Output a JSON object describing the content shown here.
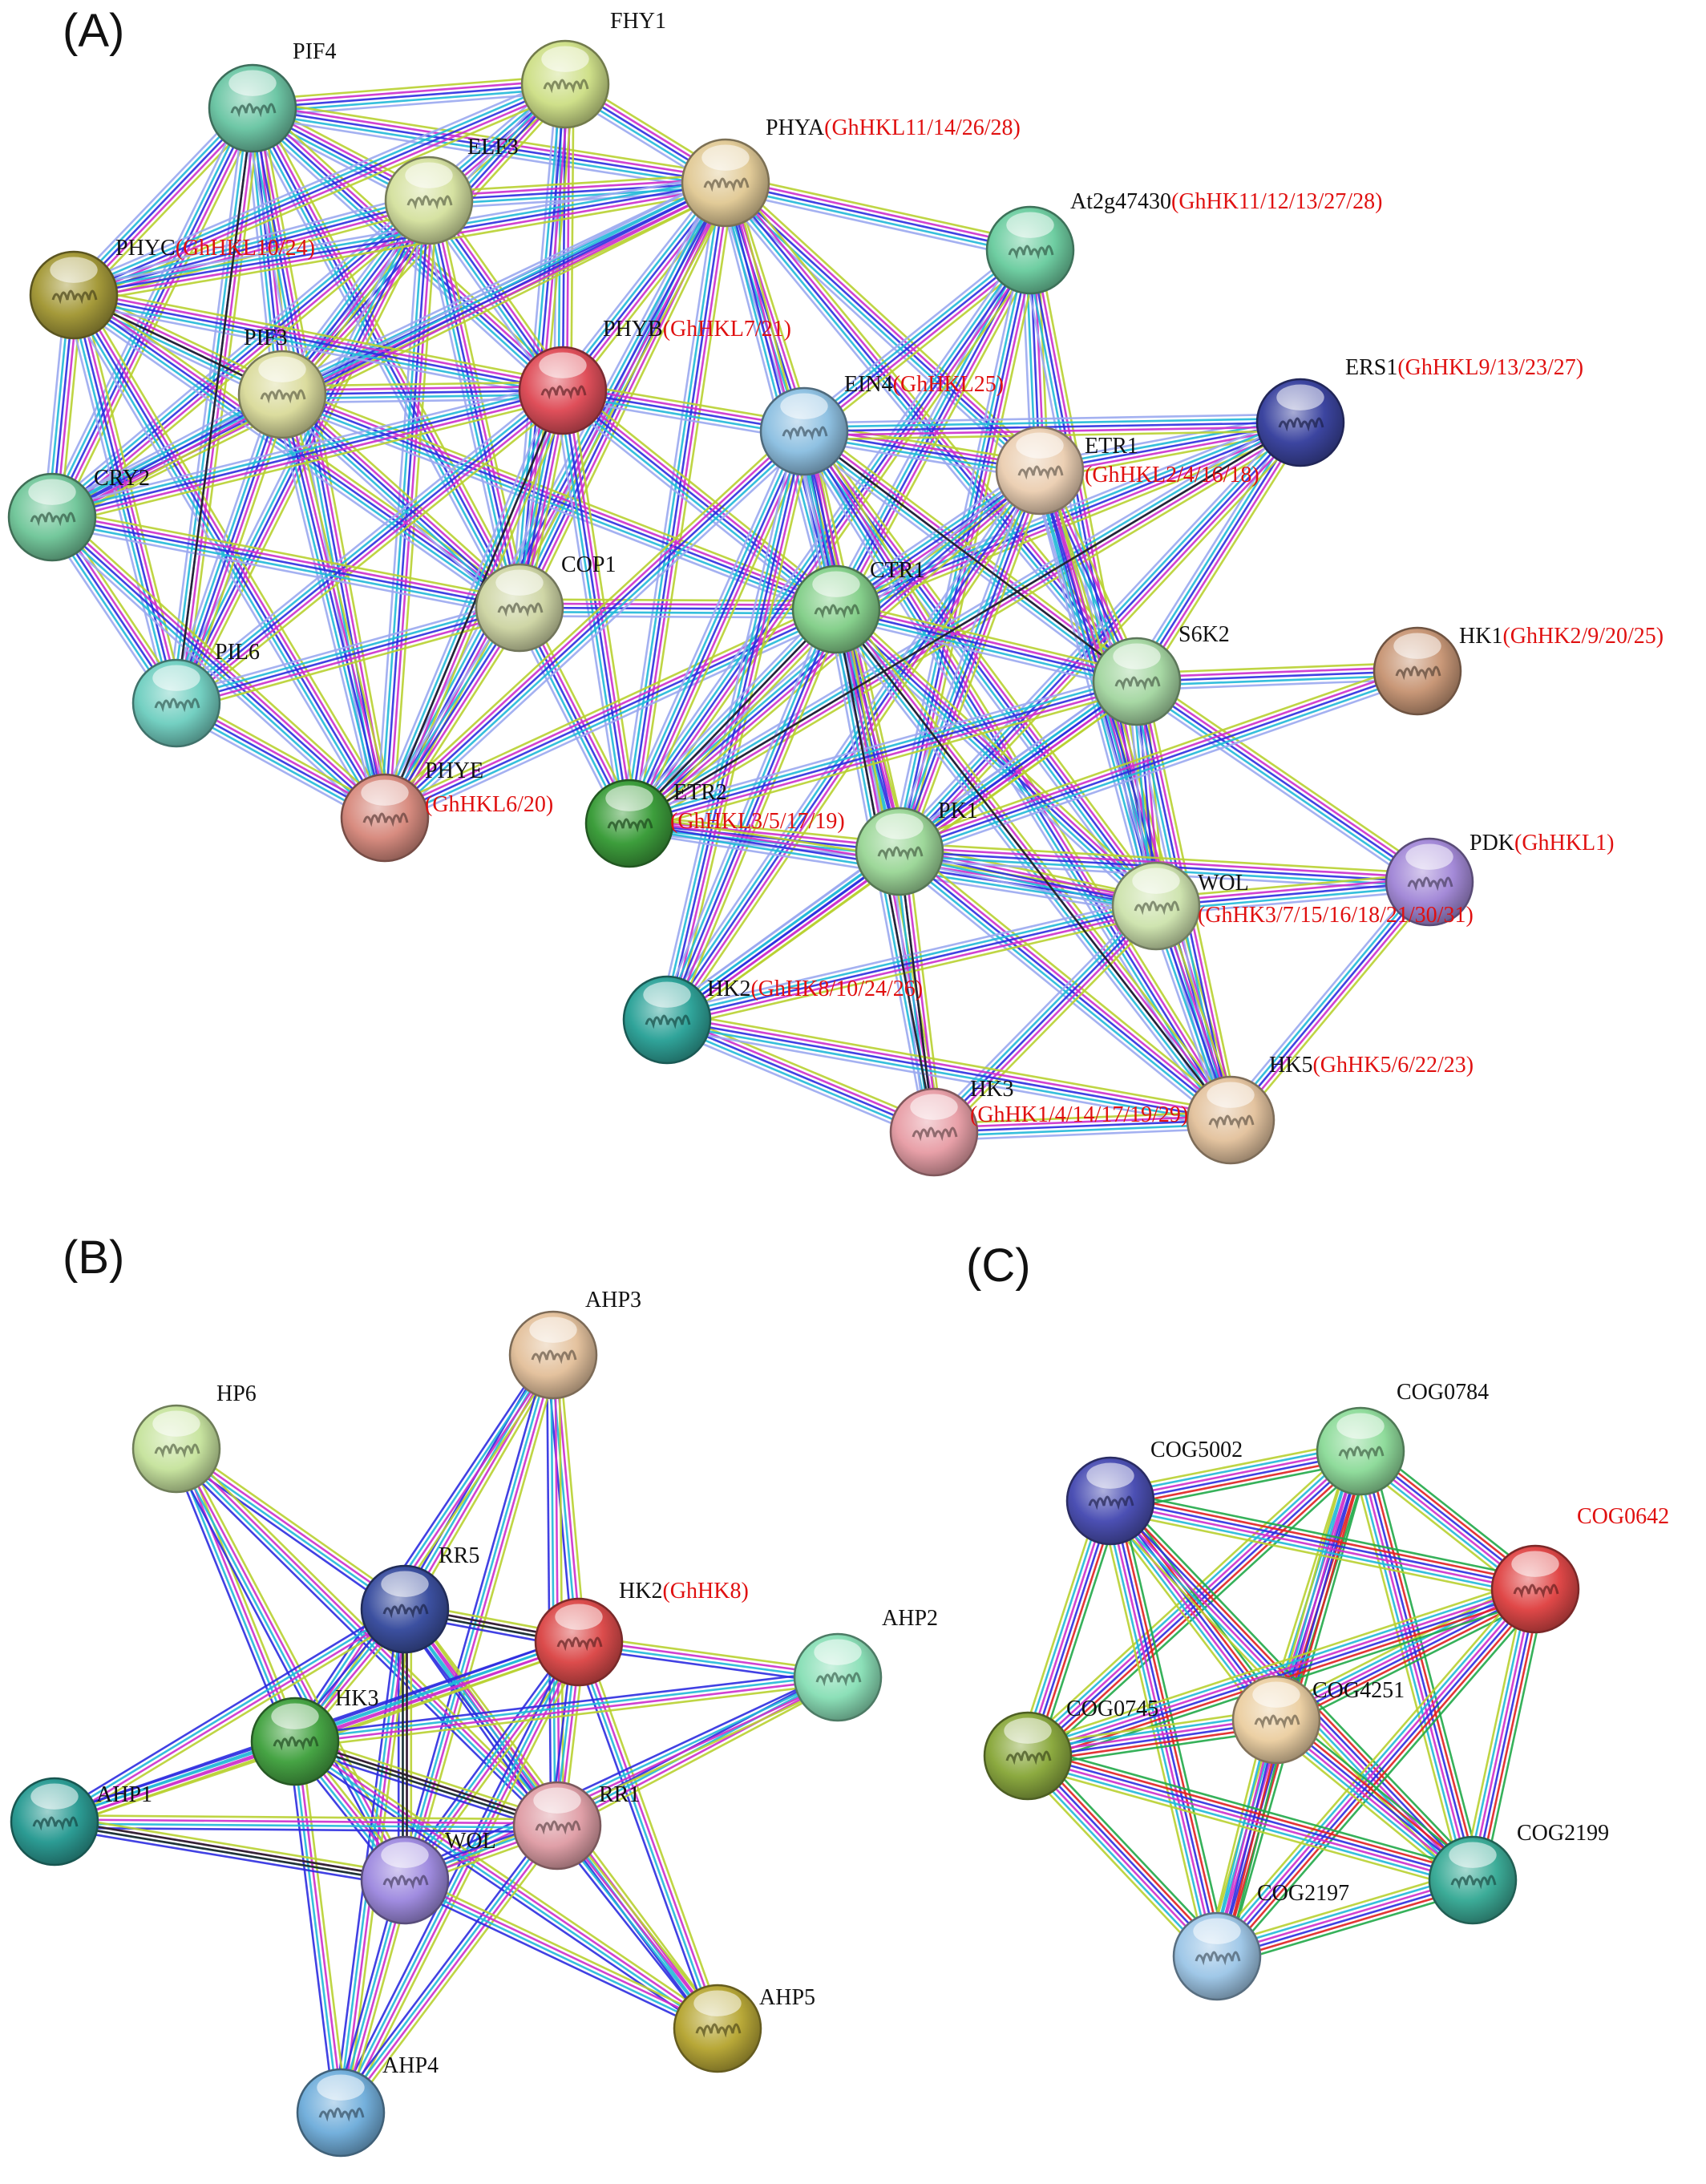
{
  "panels": [
    {
      "label": "(A)",
      "nodes": [
        {
          "id": "PIF4",
          "label": "PIF4",
          "color": "#6ec7a6"
        },
        {
          "id": "FHY1",
          "label": "FHY1",
          "color": "#cfe08a"
        },
        {
          "id": "ELF3",
          "label": "ELF3",
          "color": "#d6e2a2"
        },
        {
          "id": "PHYA",
          "label": "PHYA",
          "red": "(GhHKL11/14/26/28)",
          "color": "#e2cb98"
        },
        {
          "id": "At2g47430",
          "label": "At2g47430",
          "red": "(GhHK11/12/13/27/28)",
          "color": "#6fcea2"
        },
        {
          "id": "PHYC",
          "label": "PHYC",
          "red": "(GhHKL10/24)",
          "color": "#a59a3a"
        },
        {
          "id": "PIF3",
          "label": "PIF3",
          "color": "#dbdc9e"
        },
        {
          "id": "PHYB",
          "label": "PHYB",
          "red": "(GhHKL7/21)",
          "color": "#df4f5a"
        },
        {
          "id": "EIN4",
          "label": "EIN4",
          "red": "(GhHKL25)",
          "color": "#8fc1e2"
        },
        {
          "id": "ERS1",
          "label": "ERS1",
          "red": "(GhHKL9/13/23/27)",
          "color": "#3c45a0"
        },
        {
          "id": "ETR1",
          "label": "ETR1",
          "red": "(GhHKL2/4/16/18)",
          "color": "#ecd0b4"
        },
        {
          "id": "CRY2",
          "label": "CRY2",
          "color": "#74c89c"
        },
        {
          "id": "COP1",
          "label": "COP1",
          "color": "#cfd6a6"
        },
        {
          "id": "CTR1",
          "label": "CTR1",
          "color": "#86d08c"
        },
        {
          "id": "S6K2",
          "label": "S6K2",
          "color": "#a7d8a4"
        },
        {
          "id": "HK1",
          "label": "HK1",
          "red": "(GhHK2/9/20/25)",
          "color": "#c99878"
        },
        {
          "id": "PIL6",
          "label": "PIL6",
          "color": "#74d0c2"
        },
        {
          "id": "PHYE",
          "label": "PHYE",
          "red": "(GhHKL6/20)",
          "color": "#d88c80"
        },
        {
          "id": "ETR2",
          "label": "ETR2",
          "red": "(GhHKL3/5/17/19)",
          "color": "#3d9e3c"
        },
        {
          "id": "PK1",
          "label": "PK1",
          "color": "#9ed89a"
        },
        {
          "id": "PDK",
          "label": "PDK",
          "red": "(GhHKL1)",
          "color": "#a48ad8"
        },
        {
          "id": "WOL",
          "label": "WOL",
          "red": "(GhHK3/7/15/16/18/21/30/31)",
          "color": "#cfe4b0"
        },
        {
          "id": "HK2",
          "label": "HK2",
          "red": "(GhHK8/10/24/26)",
          "color": "#30a49a"
        },
        {
          "id": "HK3",
          "label": "HK3",
          "red": "(GhHK1/4/14/17/19/29)",
          "color": "#e8a0a8"
        },
        {
          "id": "HK5",
          "label": "HK5",
          "red": "(GhHK5/6/22/23)",
          "color": "#e4c4a0"
        }
      ]
    },
    {
      "label": "(B)",
      "nodes": [
        {
          "id": "AHP3",
          "label": "AHP3",
          "color": "#e4c29e"
        },
        {
          "id": "HP6",
          "label": "HP6",
          "color": "#c8e4a0"
        },
        {
          "id": "RR5",
          "label": "RR5",
          "color": "#3c50a0"
        },
        {
          "id": "HK2b",
          "label": "HK2",
          "red": "(GhHK8)",
          "color": "#dc4c4c"
        },
        {
          "id": "AHP2",
          "label": "AHP2",
          "color": "#8ce0b8"
        },
        {
          "id": "HK3b",
          "label": "HK3",
          "color": "#46a444"
        },
        {
          "id": "AHP1",
          "label": "AHP1",
          "color": "#2c9c94"
        },
        {
          "id": "RR1",
          "label": "RR1",
          "color": "#e0a0a8"
        },
        {
          "id": "WOLb",
          "label": "WOL",
          "color": "#a08ce0"
        },
        {
          "id": "AHP5",
          "label": "AHP5",
          "color": "#b8a838"
        },
        {
          "id": "AHP4",
          "label": "AHP4",
          "color": "#74b0dc"
        }
      ]
    },
    {
      "label": "(C)",
      "nodes": [
        {
          "id": "COG0784",
          "label": "COG0784",
          "color": "#90dc9c"
        },
        {
          "id": "COG5002",
          "label": "COG5002",
          "color": "#4c50b4"
        },
        {
          "id": "COG0642",
          "label": "COG0642",
          "labelRed": true,
          "color": "#e04848"
        },
        {
          "id": "COG4251",
          "label": "COG4251",
          "color": "#ecd0a4"
        },
        {
          "id": "COG0745",
          "label": "COG0745",
          "color": "#8caa40"
        },
        {
          "id": "COG2199",
          "label": "COG2199",
          "color": "#3cac98"
        },
        {
          "id": "COG2197",
          "label": "COG2197",
          "color": "#a0c8e8"
        }
      ]
    }
  ],
  "edge_colors": {
    "yellow_green": "#b8d030",
    "magenta": "#cc2ecc",
    "blue": "#2c2ce0",
    "cyan": "#20b8d8",
    "periwinkle": "#9aa8f0",
    "black": "#222222",
    "green": "#20a848",
    "red": "#e02020",
    "teal": "#10a0a0"
  }
}
